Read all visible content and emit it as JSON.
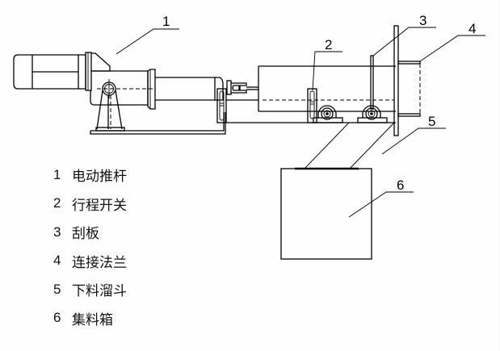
{
  "diagram": {
    "title": "",
    "callouts": [
      {
        "number": "1"
      },
      {
        "number": "2"
      },
      {
        "number": "3"
      },
      {
        "number": "4"
      },
      {
        "number": "5"
      },
      {
        "number": "6"
      }
    ],
    "legend": [
      {
        "number": "1",
        "label": "电动推杆"
      },
      {
        "number": "2",
        "label": "行程开关"
      },
      {
        "number": "3",
        "label": "刮板"
      },
      {
        "number": "4",
        "label": "连接法兰"
      },
      {
        "number": "5",
        "label": "下料溜斗"
      },
      {
        "number": "6",
        "label": "集料箱"
      }
    ],
    "colors": {
      "line": "#000000",
      "background": "#fefefe"
    }
  }
}
